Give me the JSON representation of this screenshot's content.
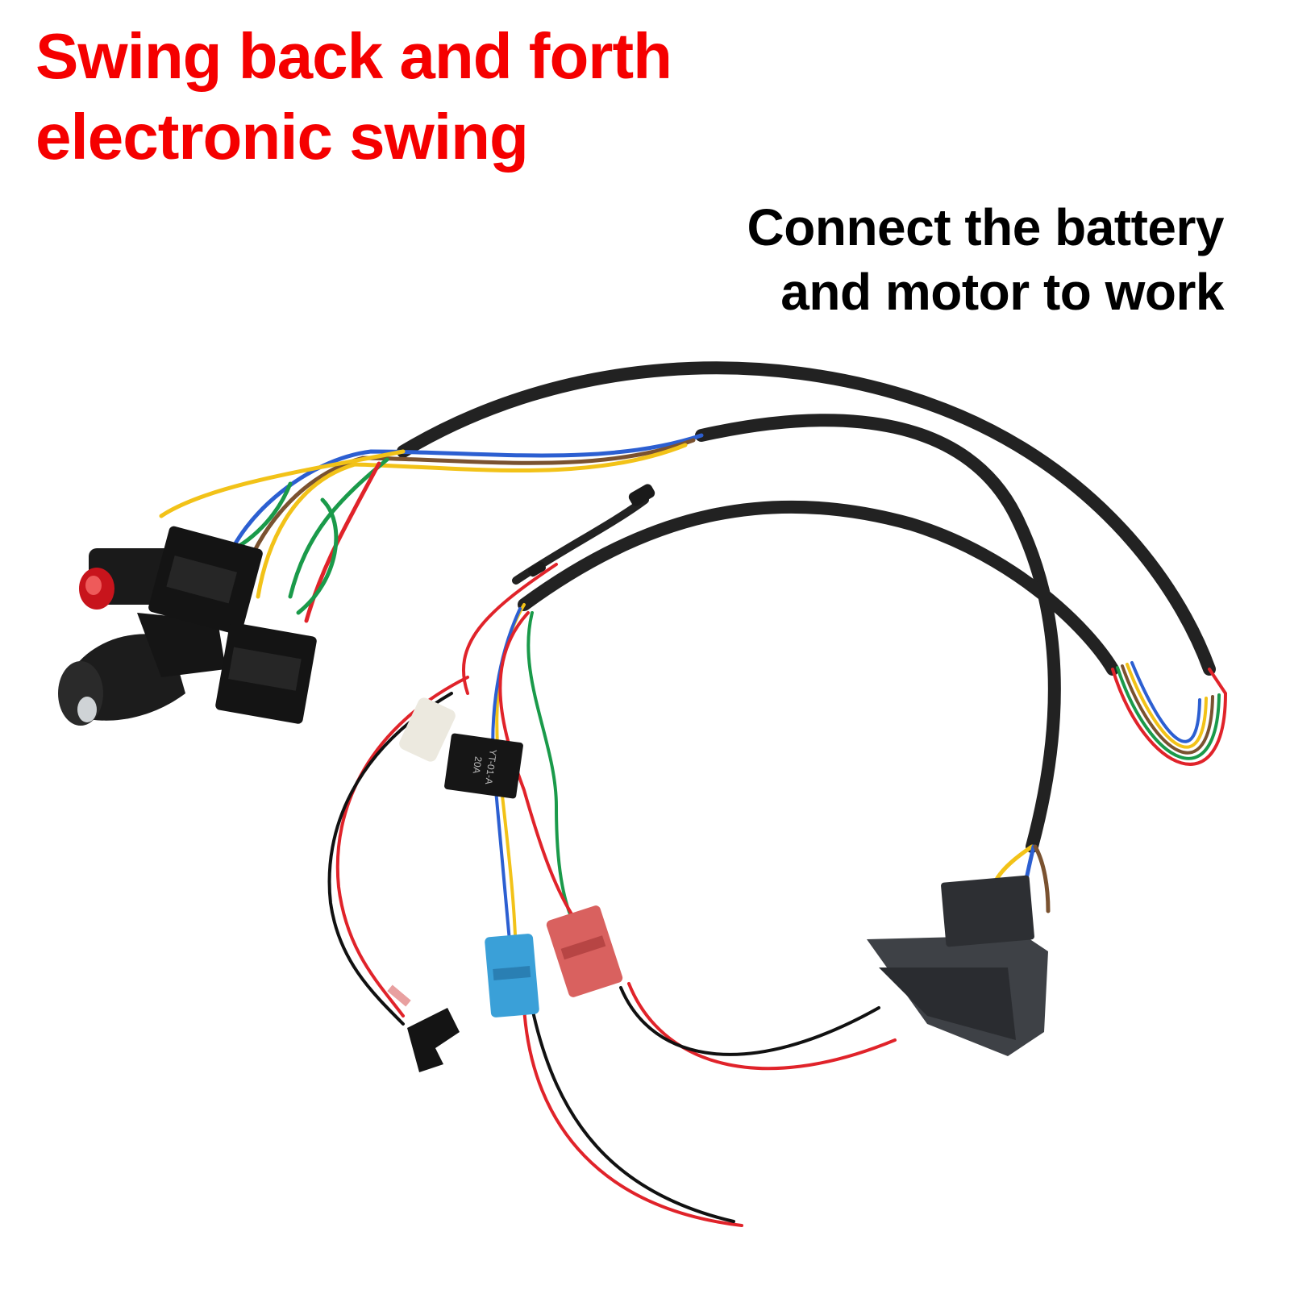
{
  "headline": {
    "line1": "Swing back and forth",
    "line2": "electronic swing",
    "color": "#f50000"
  },
  "subline": {
    "line1": "Connect the battery",
    "line2": "and motor to work",
    "color": "#000000"
  },
  "connectors": {
    "relay_label_line1": "YT-01-A",
    "relay_label_line2": "20A",
    "blue_color": "#3aa0d8",
    "red_color": "#d9615f",
    "white_color": "#ece9df"
  },
  "wire_colors": {
    "sheath": "#222222",
    "red": "#e0232a",
    "black": "#111111",
    "yellow": "#f2c218",
    "blue": "#2c5fd1",
    "green": "#1a9a4a",
    "brown": "#7a5230"
  }
}
